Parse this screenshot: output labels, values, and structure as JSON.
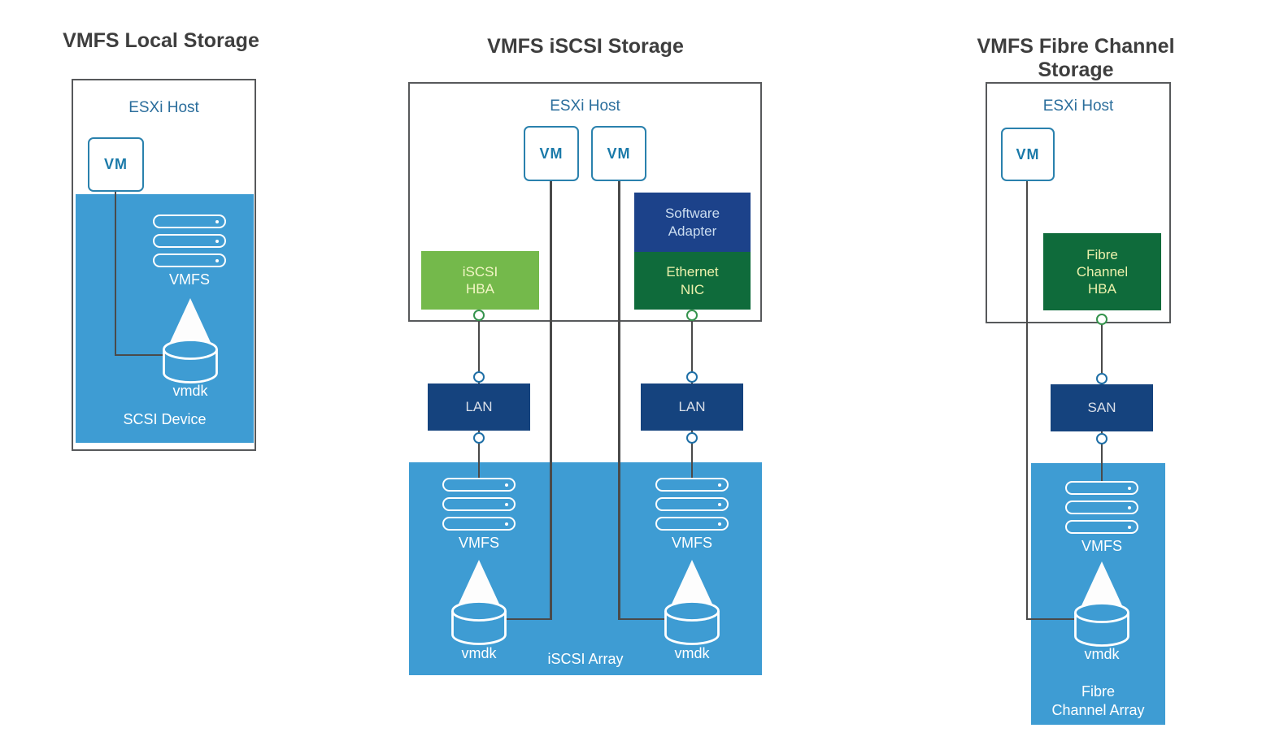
{
  "diagram": "VMware VMFS datastore storage types",
  "colors": {
    "array_blue": "#3E9CD3",
    "lan_san_navy": "#15437E",
    "software_adapter_blue": "#1C428A",
    "dark_green": "#0F6B3B",
    "light_green": "#74B94B",
    "vm_blue": "#1B7AA9",
    "host_border_gray": "#57595B",
    "connector_gray": "#4A4A4A"
  },
  "panels": {
    "local": {
      "title": "VMFS Local Storage",
      "host_label": "ESXi Host",
      "vm_label": "VM",
      "vmfs_label": "VMFS",
      "vmdk_label": "vmdk",
      "array_label": "SCSI Device"
    },
    "iscsi": {
      "title": "VMFS iSCSI Storage",
      "host_label": "ESXi Host",
      "vm1_label": "VM",
      "vm2_label": "VM",
      "iscsi_hba_label": "iSCSI\nHBA",
      "software_adapter_label": "Software\nAdapter",
      "ethernet_nic_label": "Ethernet\nNIC",
      "lan1_label": "LAN",
      "lan2_label": "LAN",
      "vmfs1_label": "VMFS",
      "vmfs2_label": "VMFS",
      "vmdk1_label": "vmdk",
      "vmdk2_label": "vmdk",
      "array_label": "iSCSI Array"
    },
    "fc": {
      "title": "VMFS Fibre Channel Storage",
      "host_label": "ESXi Host",
      "vm_label": "VM",
      "fc_hba_label": "Fibre\nChannel\nHBA",
      "san_label": "SAN",
      "vmfs_label": "VMFS",
      "vmdk_label": "vmdk",
      "array_label": "Fibre\nChannel Array"
    }
  }
}
